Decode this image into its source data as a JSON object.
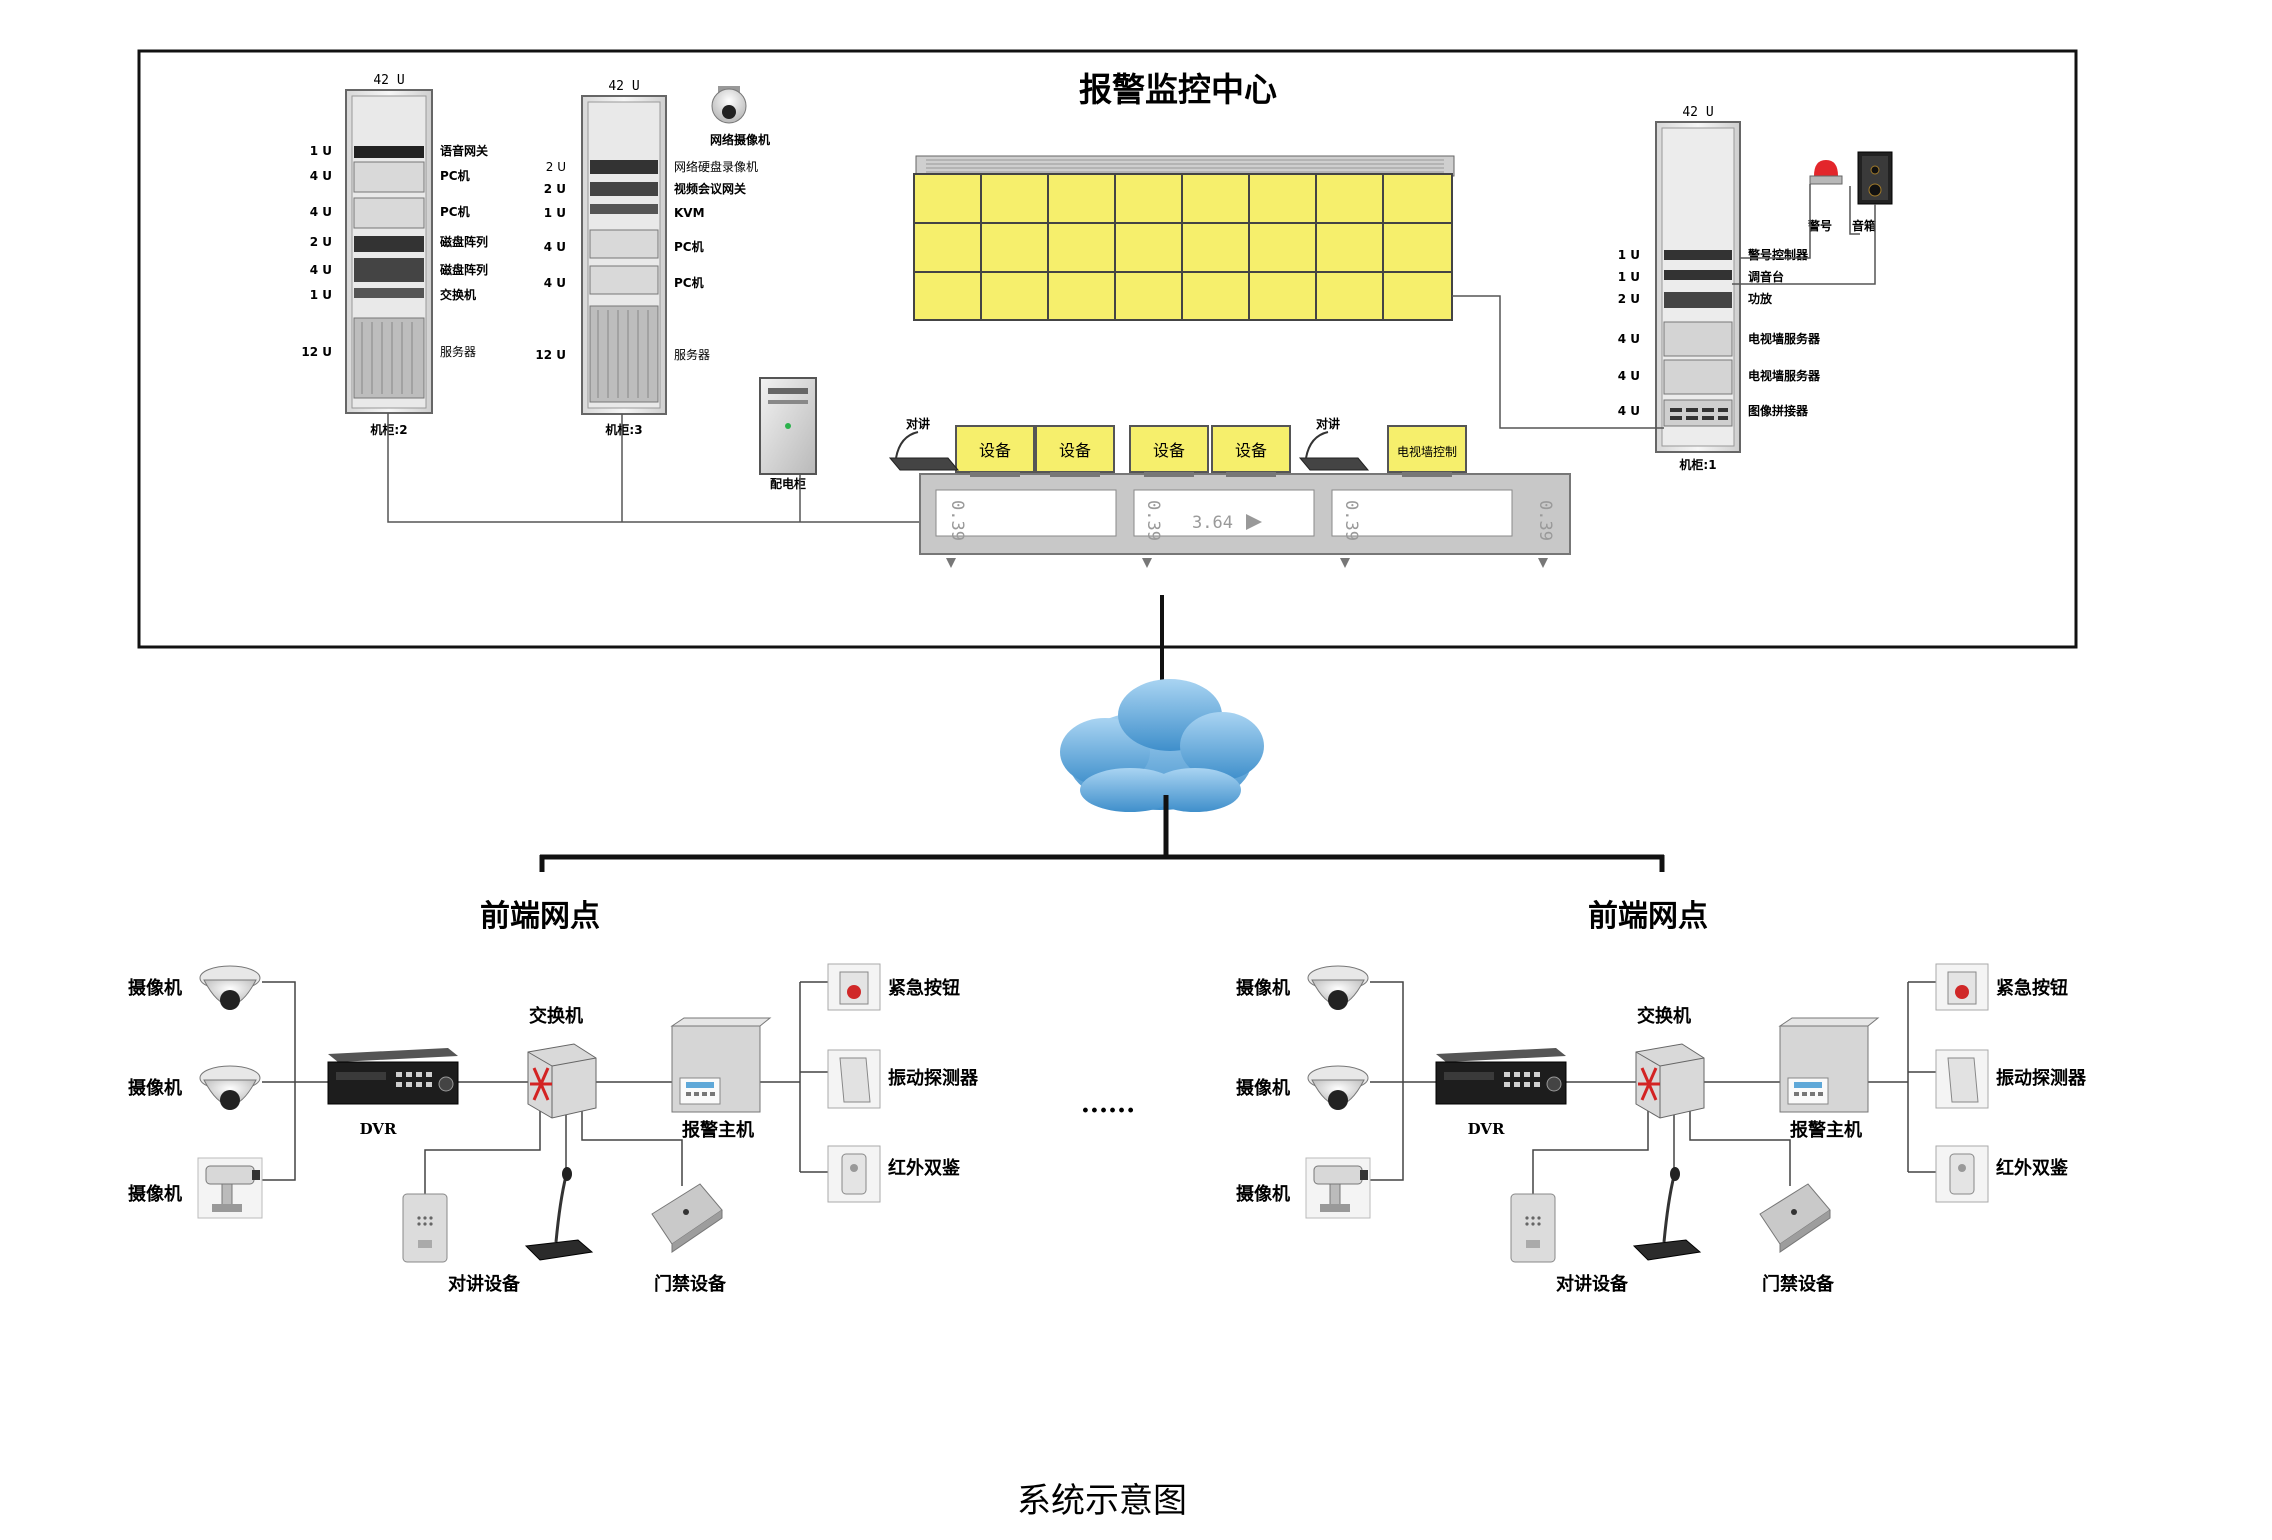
{
  "center": {
    "title": "报警监控中心",
    "rack2": {
      "top": "42 U",
      "units": [
        "1 U",
        "4 U",
        "4 U",
        "2 U",
        "4 U",
        "1 U",
        "12 U"
      ],
      "labels": [
        "语音网关",
        "PC机",
        "PC机",
        "磁盘阵列",
        "磁盘阵列",
        "交换机",
        "服务器"
      ],
      "name": "机柜:2"
    },
    "rack3": {
      "top": "42 U",
      "units": [
        "2 U",
        "2 U",
        "1 U",
        "4 U",
        "4 U",
        "12 U"
      ],
      "labels": [
        "网络硬盘录像机",
        "视频会议网关",
        "KVM",
        "PC机",
        "PC机",
        "服务器"
      ],
      "name": "机柜:3"
    },
    "rack1": {
      "top": "42 U",
      "units": [
        "1 U",
        "1 U",
        "2 U",
        "4 U",
        "4 U",
        "4 U"
      ],
      "labels": [
        "警号控制器",
        "调音台",
        "功放",
        "电视墙服务器",
        "电视墙服务器",
        "图像拼接器"
      ],
      "name": "机柜:1"
    },
    "network_camera": "网络摄像机",
    "alarm_light": "警号",
    "speaker": "音箱",
    "power_cabinet": "配电柜",
    "console": {
      "intercom_left": "对讲",
      "intercom_right": "对讲",
      "monitors": [
        "设备",
        "设备",
        "设备",
        "设备",
        "电视墙控制"
      ],
      "dims": [
        "0.39",
        "0.39",
        "3.64",
        "0.39",
        "0.39"
      ]
    }
  },
  "sites": [
    {
      "title": "前端网点",
      "cameras": [
        "摄像机",
        "摄像机",
        "摄像机"
      ],
      "dvr": "DVR",
      "switch": "交换机",
      "alarm_host": "报警主机",
      "intercom": "对讲设备",
      "access": "门禁设备",
      "sensors": [
        "紧急按钮",
        "振动探测器",
        "红外双鉴"
      ]
    },
    {
      "title": "前端网点",
      "cameras": [
        "摄像机",
        "摄像机",
        "摄像机"
      ],
      "dvr": "DVR",
      "switch": "交换机",
      "alarm_host": "报警主机",
      "intercom": "对讲设备",
      "access": "门禁设备",
      "sensors": [
        "紧急按钮",
        "振动探测器",
        "红外双鉴"
      ]
    }
  ],
  "ellipsis": "......",
  "caption": "系统示意图",
  "colors": {
    "tv_wall": "#f6ef6c",
    "cloud": "#6ab0df",
    "console": "#c8c8c8"
  }
}
